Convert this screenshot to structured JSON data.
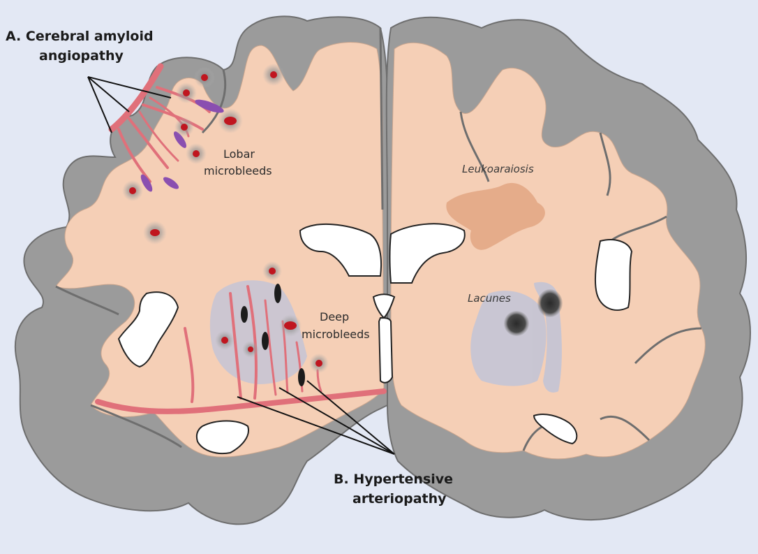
{
  "labels": {
    "caa_line1": "A. Cerebral amyloid",
    "caa_line2": "angiopathy",
    "lobar_line1": "Lobar",
    "lobar_line2": "microbleeds",
    "leukoaraiosis": "Leukoaraiosis",
    "lacunes": "Lacunes",
    "deep_line1": "Deep",
    "deep_line2": "microbleeds",
    "ht_line1": "B. Hypertensive",
    "ht_line2": "arteriopathy"
  },
  "colors": {
    "background": "#e3e8f4",
    "cortex": "#9b9b9b",
    "white_matter": "#f5cfb6",
    "ventricle": "#ffffff",
    "vessel": "#e0707a",
    "microbleed": "#c0161f",
    "amyloid": "#8a4fb0",
    "leukoaraiosis": "#e3a785",
    "deep_nuclei": "#c4c4d6",
    "lacune": "#3a3a3a"
  }
}
